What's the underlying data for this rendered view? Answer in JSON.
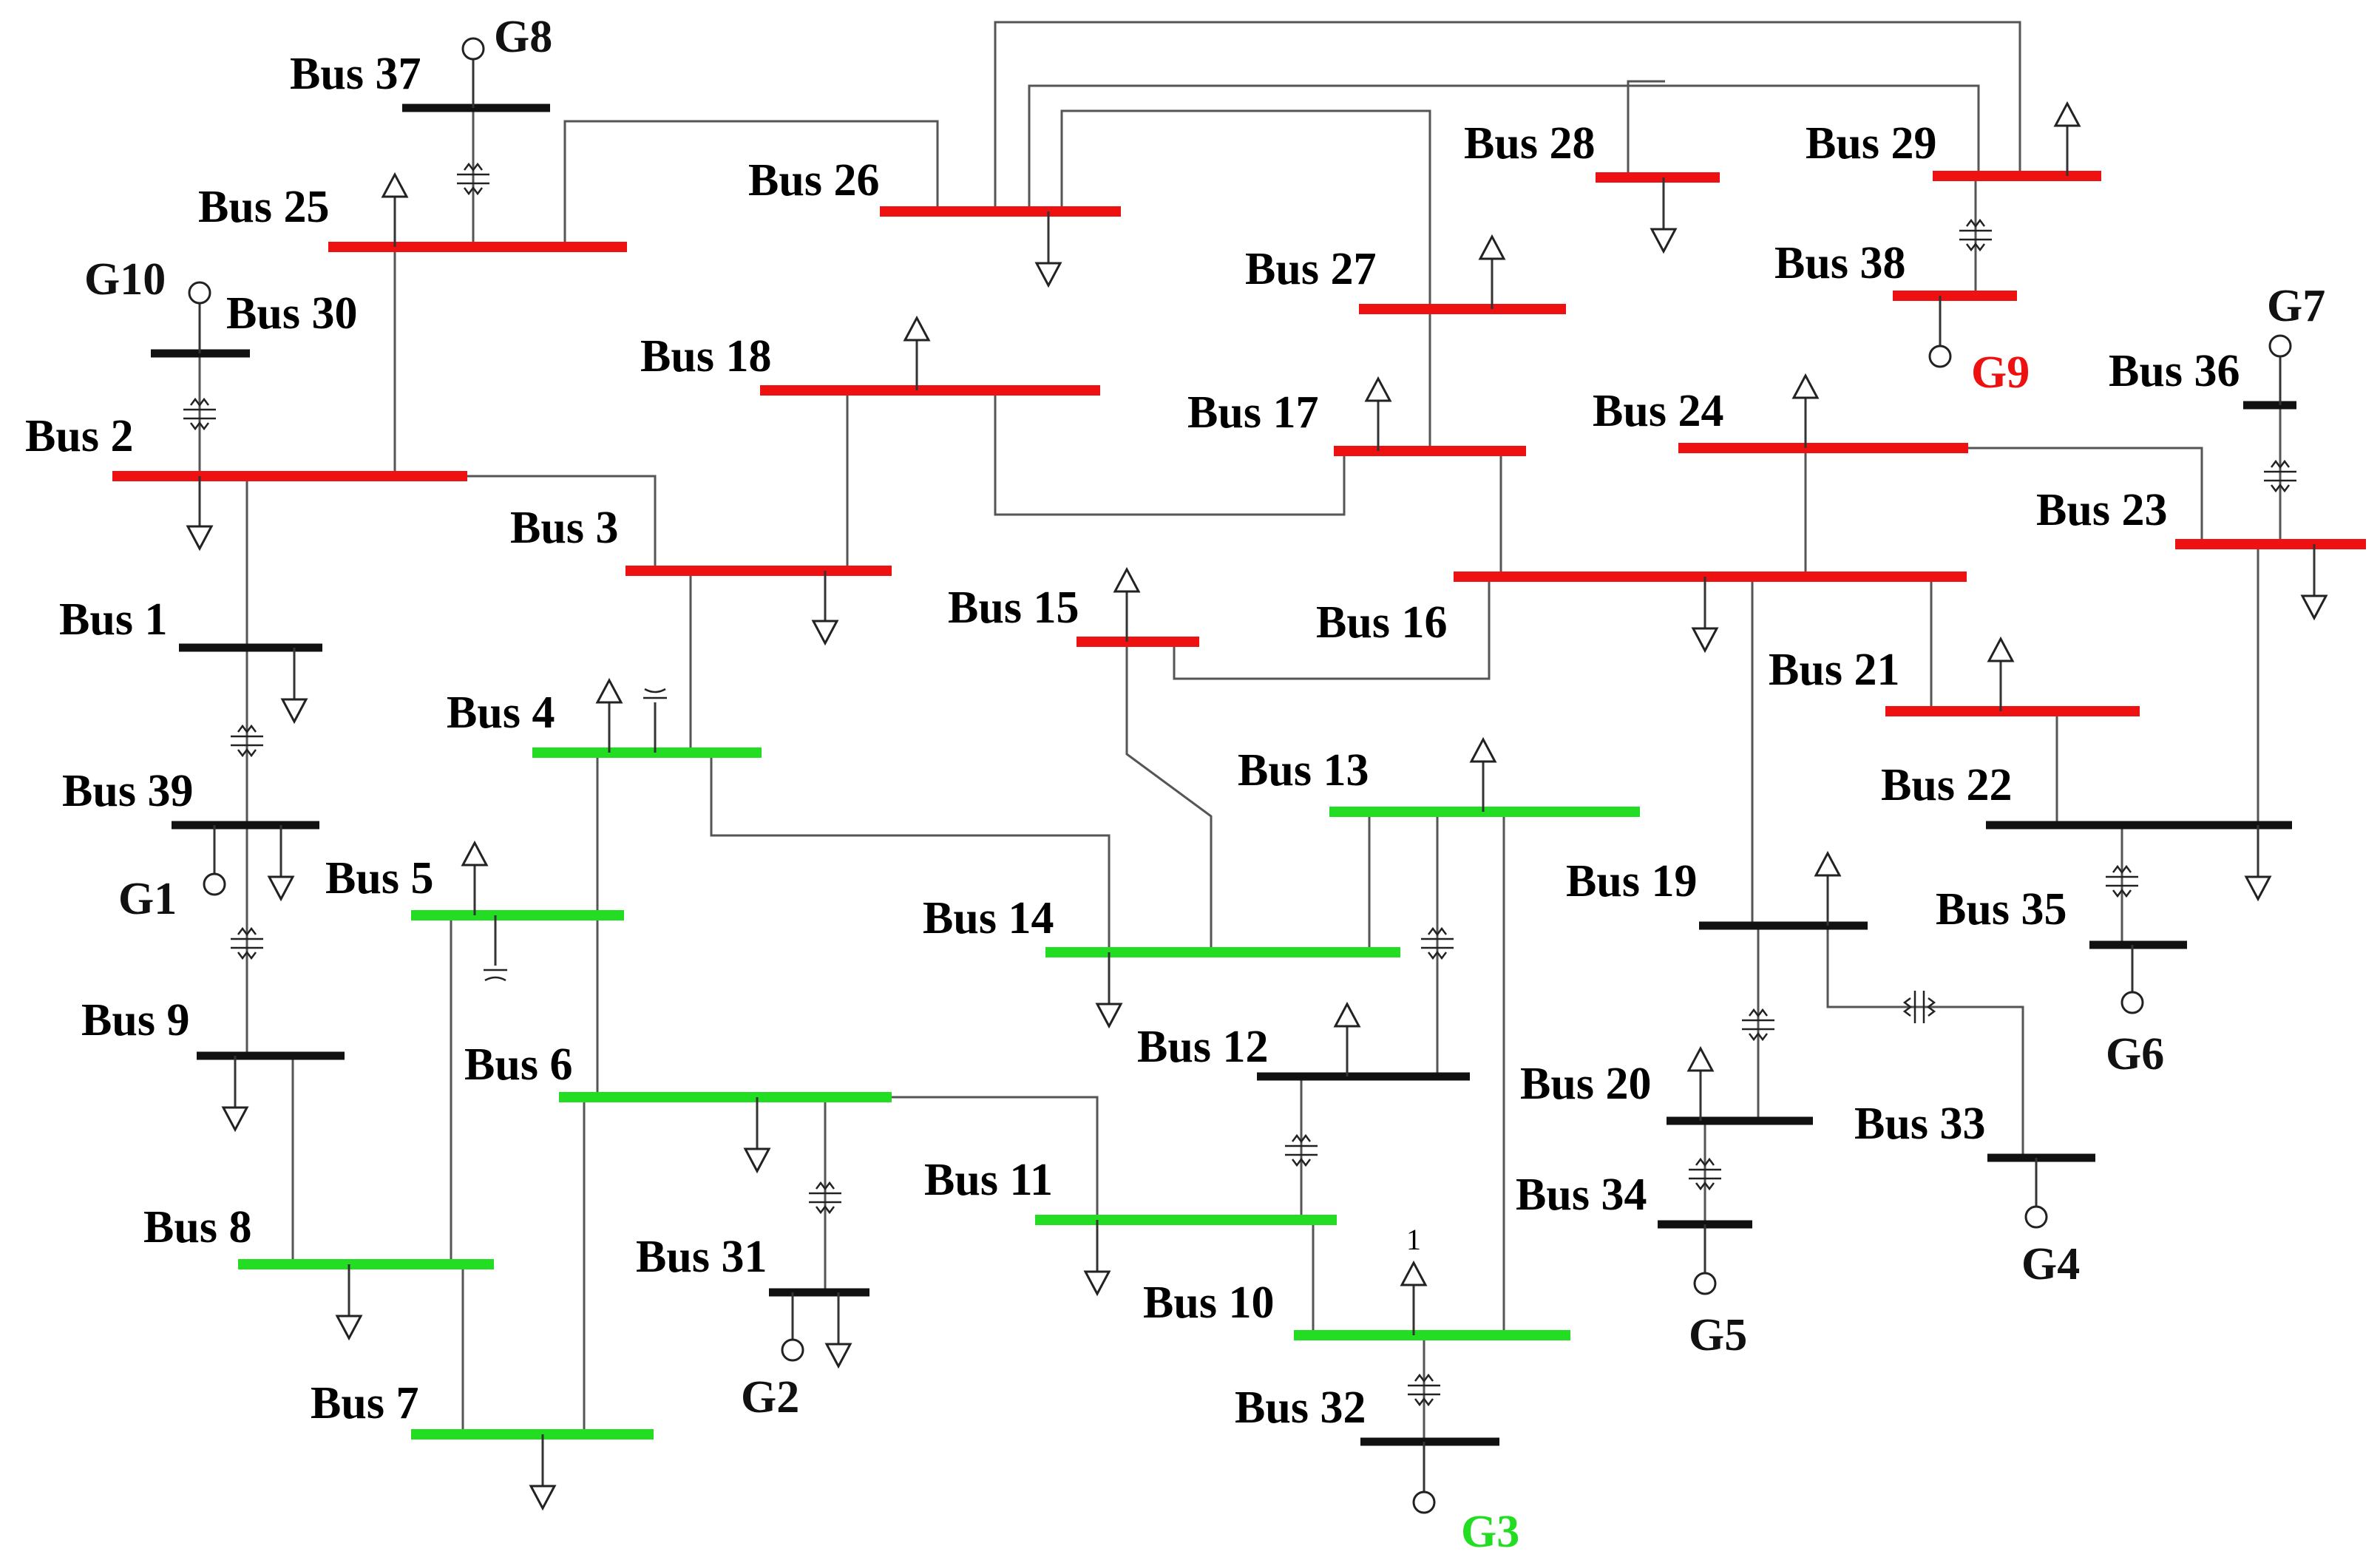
{
  "colors": {
    "red": "#ee1111",
    "green": "#22dd22",
    "black": "#111111"
  },
  "buses": [
    {
      "label": "Bus 37",
      "color": "black"
    },
    {
      "label": "Bus 25",
      "color": "red"
    },
    {
      "label": "Bus 26",
      "color": "red"
    },
    {
      "label": "Bus 28",
      "color": "red"
    },
    {
      "label": "Bus 29",
      "color": "red"
    },
    {
      "label": "Bus 38",
      "color": "red"
    },
    {
      "label": "Bus 27",
      "color": "red"
    },
    {
      "label": "Bus 30",
      "color": "black"
    },
    {
      "label": "Bus 18",
      "color": "red"
    },
    {
      "label": "Bus 17",
      "color": "red"
    },
    {
      "label": "Bus 24",
      "color": "red"
    },
    {
      "label": "Bus 36",
      "color": "black"
    },
    {
      "label": "Bus 2",
      "color": "red"
    },
    {
      "label": "Bus 3",
      "color": "red"
    },
    {
      "label": "Bus 23",
      "color": "red"
    },
    {
      "label": "Bus 16",
      "color": "red"
    },
    {
      "label": "Bus 1",
      "color": "black"
    },
    {
      "label": "Bus 15",
      "color": "red"
    },
    {
      "label": "Bus 21",
      "color": "red"
    },
    {
      "label": "Bus 4",
      "color": "green"
    },
    {
      "label": "Bus 13",
      "color": "green"
    },
    {
      "label": "Bus 22",
      "color": "black"
    },
    {
      "label": "Bus 39",
      "color": "black"
    },
    {
      "label": "Bus 5",
      "color": "green"
    },
    {
      "label": "Bus 19",
      "color": "black"
    },
    {
      "label": "Bus 14",
      "color": "green"
    },
    {
      "label": "Bus 35",
      "color": "black"
    },
    {
      "label": "Bus 9",
      "color": "black"
    },
    {
      "label": "Bus 12",
      "color": "black"
    },
    {
      "label": "Bus 6",
      "color": "green"
    },
    {
      "label": "Bus 20",
      "color": "black"
    },
    {
      "label": "Bus 33",
      "color": "black"
    },
    {
      "label": "Bus 11",
      "color": "green"
    },
    {
      "label": "Bus 34",
      "color": "black"
    },
    {
      "label": "Bus 8",
      "color": "green"
    },
    {
      "label": "Bus 31",
      "color": "black"
    },
    {
      "label": "Bus 10",
      "color": "green"
    },
    {
      "label": "Bus 7",
      "color": "green"
    },
    {
      "label": "Bus 32",
      "color": "black"
    }
  ],
  "generators": [
    {
      "label": "G8",
      "color": "black"
    },
    {
      "label": "G10",
      "color": "black"
    },
    {
      "label": "G9",
      "color": "red"
    },
    {
      "label": "G7",
      "color": "black"
    },
    {
      "label": "G1",
      "color": "black"
    },
    {
      "label": "G6",
      "color": "black"
    },
    {
      "label": "G4",
      "color": "black"
    },
    {
      "label": "G5",
      "color": "black"
    },
    {
      "label": "G2",
      "color": "black"
    },
    {
      "label": "G3",
      "color": "green"
    }
  ],
  "annotations": [
    {
      "text": "1"
    }
  ]
}
